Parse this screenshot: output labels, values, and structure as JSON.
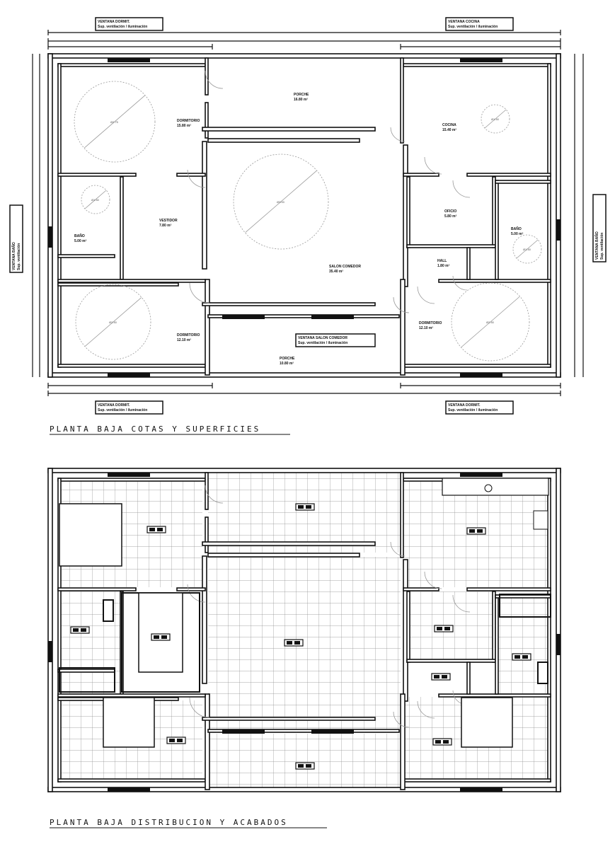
{
  "plans": [
    {
      "title": "PLANTA BAJA COTAS Y SUPERFICIES",
      "rooms": [
        {
          "name": "DORMITORIO",
          "area": "15.80 m²"
        },
        {
          "name": "PORCHE",
          "area": "16.80 m²"
        },
        {
          "name": "COCINA",
          "area": "15.40 m²"
        },
        {
          "name": "VESTIDOR",
          "area": "7.80 m²"
        },
        {
          "name": "BAÑO",
          "area": "5.00 m²"
        },
        {
          "name": "SALON COMEDOR",
          "area": "35.40 m²"
        },
        {
          "name": "OFICIO",
          "area": "5.80 m²"
        },
        {
          "name": "BAÑO",
          "area": "5.00 m²"
        },
        {
          "name": "HALL",
          "area": "1.80 m²"
        },
        {
          "name": "DORMITORIO",
          "area": "12.10 m²"
        },
        {
          "name": "DORMITORIO",
          "area": "12.10 m²"
        },
        {
          "name": "PORCHE",
          "area": "10.80 m²"
        }
      ],
      "circles": [
        "Ø2.75",
        "Ø1.50",
        "Ø3.00",
        "Ø1.50",
        "Ø1.50",
        "Ø2.50",
        "Ø2.50"
      ],
      "window_notes": [
        {
          "line1": "VENTANA DORMIT.",
          "line2": "Sup. ventilación / iluminación"
        },
        {
          "line1": "VENTANA COCINA",
          "line2": "Sup. ventilación / iluminación"
        },
        {
          "line1": "VENTANA SALON COMEDOR",
          "line2": "Sup. ventilación / iluminación"
        },
        {
          "line1": "VENTANA DORMIT.",
          "line2": "Sup. ventilación / iluminación"
        },
        {
          "line1": "VENTANA DORMIT.",
          "line2": "Sup. ventilación / iluminación"
        },
        {
          "line1": "VENTANA BAÑO",
          "line2": "Sup. ventilación"
        },
        {
          "line1": "VENTANA BAÑO",
          "line2": "Sup. ventilación"
        }
      ]
    },
    {
      "title": "PLANTA BAJA DISTRIBUCION Y ACABADOS"
    }
  ],
  "colors": {
    "line": "#111111",
    "grid": "#8a8a8a",
    "dashed": "#999999"
  }
}
